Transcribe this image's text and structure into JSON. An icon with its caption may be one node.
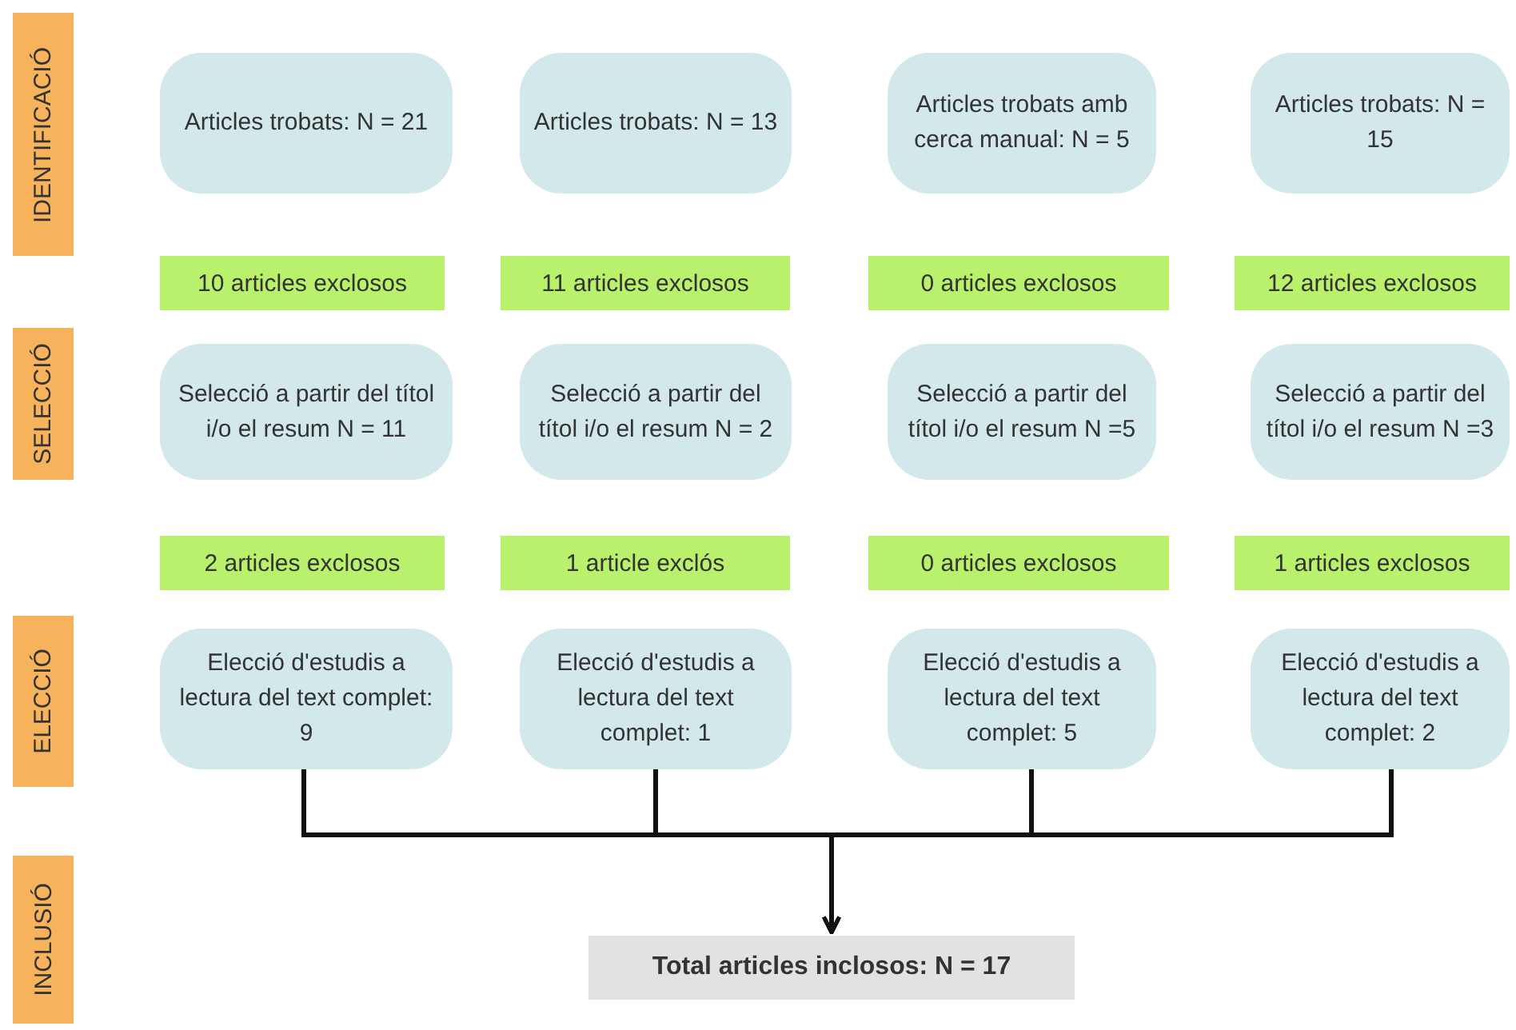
{
  "diagram": {
    "nodes": [
      {
        "text": [
          "IDENTIFICACIÓ"
        ]
      },
      {
        "text": [
          "SELECCIÓ"
        ]
      },
      {
        "text": [
          "ELECCIÓ"
        ]
      },
      {
        "text": [
          "INCLUSIÓ"
        ]
      },
      {
        "text": [
          "Articles trobats: N = 21"
        ]
      },
      {
        "text": [
          "Articles trobats: N = 13"
        ]
      },
      {
        "text": [
          "Articles trobats amb cerca manual: N = 5"
        ]
      },
      {
        "text": [
          "Articles trobats: N = 15"
        ]
      },
      {
        "text": [
          "10 articles exclosos"
        ]
      },
      {
        "text": [
          "11 articles exclosos"
        ]
      },
      {
        "text": [
          "0 articles exclosos"
        ]
      },
      {
        "text": [
          "12 articles exclosos"
        ]
      },
      {
        "text": [
          "Selecció a partir del títol i/o el resum N = 11"
        ]
      },
      {
        "text": [
          "Selecció a partir del títol i/o el resum N = 2"
        ]
      },
      {
        "text": [
          "Selecció a partir del títol i/o el resum N =5"
        ]
      },
      {
        "text": [
          "Selecció a partir del títol i/o el resum N =3"
        ]
      },
      {
        "text": [
          "2 articles exclosos"
        ]
      },
      {
        "text": [
          "1 article exclós"
        ]
      },
      {
        "text": [
          "0 articles exclosos"
        ]
      },
      {
        "text": [
          "1 articles exclosos"
        ]
      },
      {
        "text": [
          "Elecció d'estudis a lectura del text complet: 9"
        ]
      },
      {
        "text": [
          "Elecció d'estudis a lectura del text complet: 1"
        ]
      },
      {
        "text": [
          "Elecció d'estudis a lectura del text complet: 5"
        ]
      },
      {
        "text": [
          "Elecció d'estudis a lectura del text complet: 2"
        ]
      },
      {
        "text": [
          "Total articles inclosos: N = 17"
        ]
      }
    ],
    "edges": [
      {
        "from": 20,
        "to": 24,
        "arrow": "to"
      },
      {
        "from": 21,
        "to": 24,
        "arrow": "to"
      },
      {
        "from": 22,
        "to": 24,
        "arrow": "to"
      },
      {
        "from": 23,
        "to": 24,
        "arrow": "to"
      }
    ]
  }
}
